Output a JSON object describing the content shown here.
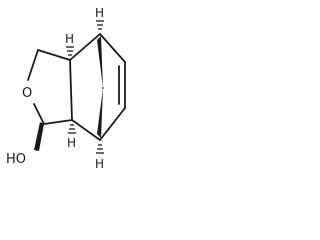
{
  "structure": {
    "atoms": {
      "oxygen_ring": "O",
      "hydroxyl": "HO",
      "h_top_left": "H",
      "h_top_right": "H",
      "h_bottom_left": "H",
      "h_bottom_right": "H"
    },
    "colors": {
      "ink": "#1a1a1a",
      "background": "#ffffff"
    }
  }
}
